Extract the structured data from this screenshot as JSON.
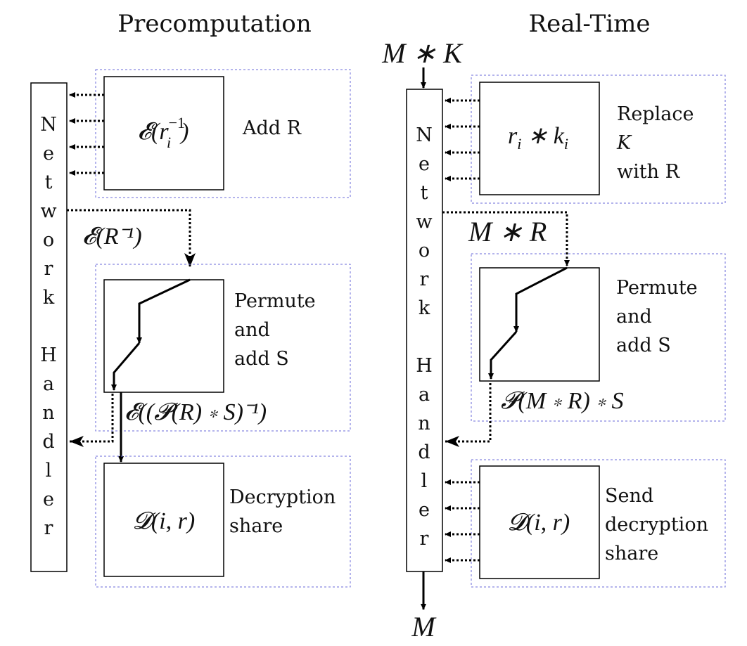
{
  "precomputation": {
    "title": "Precomputation",
    "handler_letters": [
      "N",
      "e",
      "t",
      "w",
      "o",
      "r",
      "k",
      "",
      "H",
      "a",
      "n",
      "d",
      "l",
      "e",
      "r"
    ],
    "step1": {
      "box_text": "𝓔(r",
      "box_sup": "−1",
      "box_sub": "i",
      "box_close": ")",
      "label_lines": [
        "Add R"
      ]
    },
    "arrow1_label": "𝓔(R⁻¹)",
    "step2": {
      "label_lines": [
        "Permute",
        "and",
        "add S"
      ]
    },
    "arrow2_label": "𝓔((𝓟(R) ∗ S)⁻¹)",
    "step3": {
      "box_text": "𝓓(i, r)",
      "label_lines": [
        "Decryption",
        "share"
      ]
    }
  },
  "realtime": {
    "title": "Real-Time",
    "input_label": "M ∗ K",
    "output_label": "M",
    "handler_letters": [
      "N",
      "e",
      "t",
      "w",
      "o",
      "r",
      "k",
      "",
      "H",
      "a",
      "n",
      "d",
      "l",
      "e",
      "r"
    ],
    "step1": {
      "box_text": "r",
      "box_sub1": "i",
      "box_mid": " ∗ k",
      "box_sub2": "i",
      "label_lines": [
        "Replace",
        "K",
        "with R"
      ]
    },
    "arrow1_label": "M ∗ R",
    "step2": {
      "label_lines": [
        "Permute",
        "and",
        "add S"
      ]
    },
    "arrow2_label": "𝓟(M ∗ R) ∗ S",
    "step3": {
      "box_text": "𝓓(i, r)",
      "label_lines": [
        "Send",
        "decryption",
        "share"
      ]
    }
  }
}
